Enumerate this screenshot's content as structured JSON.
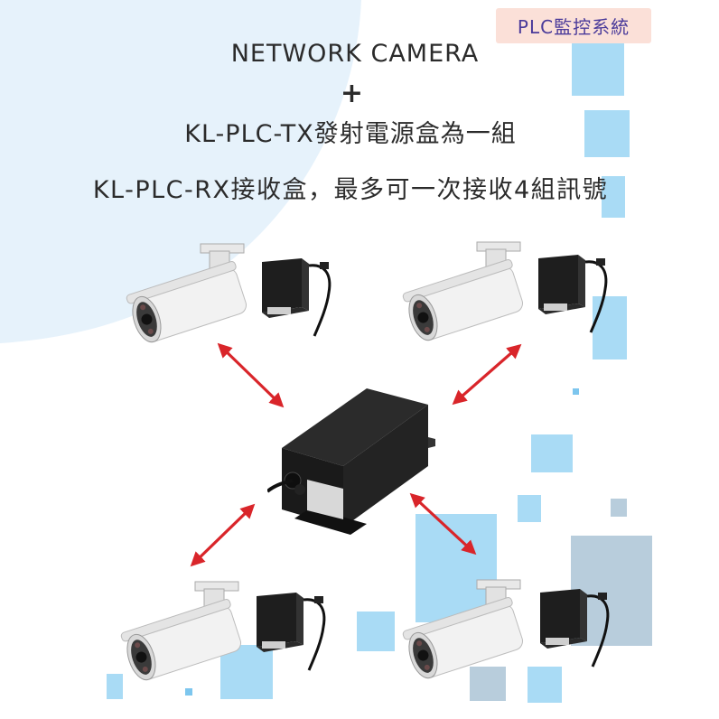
{
  "badge": {
    "label": "PLC監控系統"
  },
  "title": {
    "line1": "NETWORK CAMERA",
    "line2": "+",
    "line3": "KL-PLC-TX發射電源盒為一組",
    "line4": "KL-PLC-RX接收盒，最多可一次接收4組訊號"
  },
  "colors": {
    "badge_bg": "#fbe0d8",
    "badge_text": "#4a3a9a",
    "arrow": "#d9252a",
    "wave": "#e6f2fb",
    "square_light": "#a9dbf5",
    "square_mid": "#7dc6ee",
    "square_gray": "#b8cddc",
    "camera_body": "#f2f2f2",
    "box_body": "#1e1e1e"
  },
  "diagram": {
    "receiver": {
      "name": "KL-PLC-RX",
      "icon": "receiver-box-icon"
    },
    "nodes": [
      {
        "id": "top-left",
        "camera_icon": "bullet-camera-icon",
        "transmitter_icon": "transmitter-box-icon"
      },
      {
        "id": "top-right",
        "camera_icon": "bullet-camera-icon",
        "transmitter_icon": "transmitter-box-icon"
      },
      {
        "id": "bottom-left",
        "camera_icon": "bullet-camera-icon",
        "transmitter_icon": "transmitter-box-icon"
      },
      {
        "id": "bottom-right",
        "camera_icon": "bullet-camera-icon",
        "transmitter_icon": "transmitter-box-icon"
      }
    ],
    "connections": "bidirectional"
  }
}
